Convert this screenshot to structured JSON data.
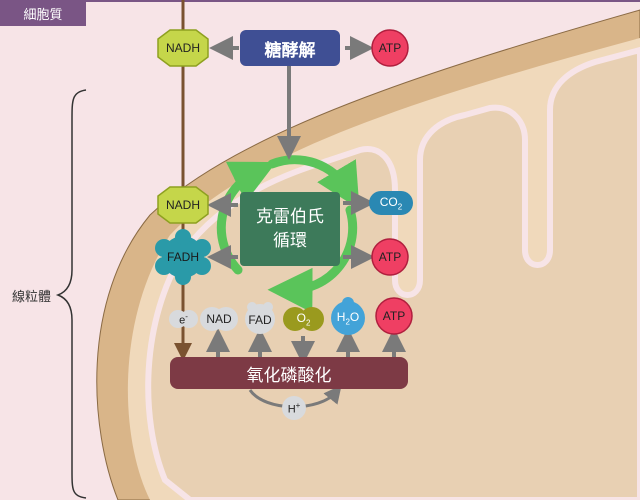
{
  "region": {
    "cytoplasm_label": "細胞質",
    "mitochondrion_label": "線粒體"
  },
  "processes": {
    "glycolysis": "糖酵解",
    "krebs_line1": "克雷伯氏",
    "krebs_line2": "循環",
    "oxphos": "氧化磷酸化"
  },
  "molecules": {
    "nadh_top": "NADH",
    "atp_glycolysis": "ATP",
    "nadh_krebs": "NADH",
    "fadh_krebs": "FADH",
    "co2_base": "CO",
    "co2_sub": "2",
    "atp_krebs": "ATP",
    "electron_base": "e",
    "electron_sup": "-",
    "nad": "NAD",
    "fad": "FAD",
    "o2_base": "O",
    "o2_sub": "2",
    "h2o_h": "H",
    "h2o_sub": "2",
    "h2o_o": "O",
    "atp_oxphos": "ATP",
    "proton_base": "H",
    "proton_sup": "+"
  },
  "colors": {
    "background": "#f7e4e7",
    "tab_fill": "#7a5585",
    "outer_membrane": "#d9b589",
    "matrix": "#e8d0b3",
    "glycolysis_box": "#3f4f94",
    "krebs_box": "#3d7a5a",
    "oxphos_box": "#7d3a45",
    "nadh_badge": "#c5d64a",
    "fadh_badge": "#2a9aa8",
    "atp_badge": "#ef3f63",
    "co2_badge": "#2a88b3",
    "o2_badge": "#9a9a1e",
    "h2o_badge": "#43a3d8",
    "gray_badge": "#d8dadd",
    "flow_line": "#7a5230",
    "arrow_gray": "#7a7a7a"
  }
}
